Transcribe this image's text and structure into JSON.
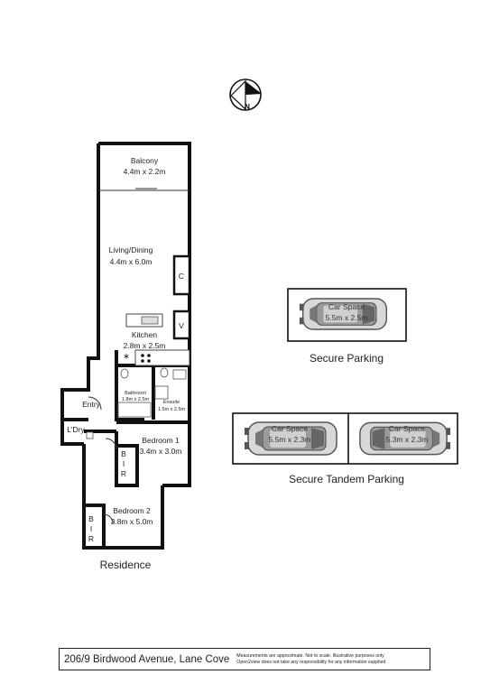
{
  "compass": {
    "label": "N"
  },
  "rooms": {
    "balcony": {
      "name": "Balcony",
      "dims": "4.4m x 2.2m"
    },
    "living": {
      "name": "Living/Dining",
      "dims": "4.4m x 6.0m"
    },
    "kitchen": {
      "name": "Kitchen",
      "dims": "2.8m x 2.5m"
    },
    "bathroom": {
      "name": "Bathroom",
      "dims": "1.8m x 2.5m"
    },
    "ensuite": {
      "name": "Ensuite",
      "dims": "1.5m x 2.5m"
    },
    "entry": {
      "name": "Entry"
    },
    "laundry": {
      "name": "L'Dry"
    },
    "bedroom1": {
      "name": "Bedroom 1",
      "dims": "3.4m x 3.0m"
    },
    "bedroom2": {
      "name": "Bedroom 2",
      "dims": "3.8m x 5.0m"
    }
  },
  "fixtures": {
    "cupboard": "C",
    "vent": "V",
    "bir1": [
      "B",
      "I",
      "R"
    ],
    "bir2": [
      "B",
      "I",
      "R"
    ]
  },
  "residence_label": "Residence",
  "parking": {
    "secure_label": "Secure Parking",
    "tandem_label": "Secure Tandem Parking",
    "car1": {
      "label": "Car Space",
      "dims": "5.5m x 2.5m"
    },
    "car2": {
      "label": "Car Space",
      "dims": "5.5m x 2.3m"
    },
    "car3": {
      "label": "Car Space",
      "dims": "5.3m x 2.3m"
    }
  },
  "footer": {
    "address": "206/9 Birdwood Avenue, Lane Cove",
    "disclaimer_line1": "Measurements are approximate. Not to scale. Illustrative purposes only",
    "disclaimer_line2": "Open2view does not take any responsibility for any information supplied"
  }
}
